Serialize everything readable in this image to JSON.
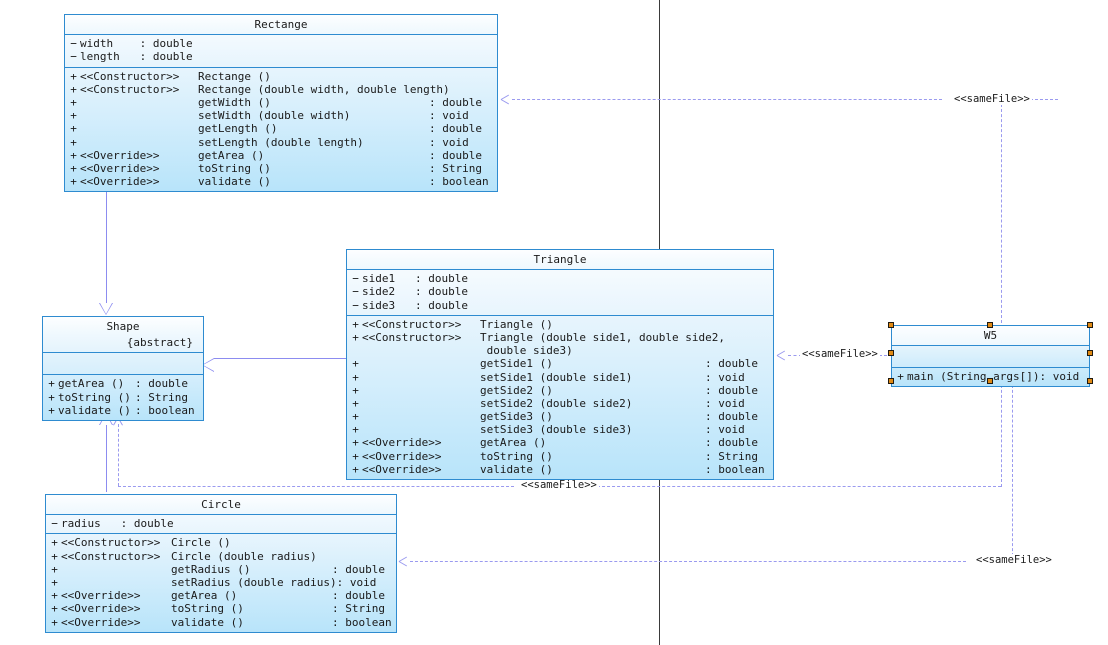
{
  "diagram": {
    "type": "uml-class-diagram",
    "page_divider_label": "page-boundary",
    "colors": {
      "class_border": "#2e8bd0",
      "class_fill_top": "#fbfdff",
      "class_fill_bottom": "#b8e4fa",
      "connector": "#8c8cf0",
      "dependency": "#9a9aef",
      "selection_handle": "#e08a14",
      "page_divider": "#3a3a3a"
    }
  },
  "classes": {
    "rectange": {
      "name": "Rectange",
      "attributes": [
        {
          "vis": "−",
          "stereotype": "",
          "signature": "width    : double",
          "type": ""
        },
        {
          "vis": "−",
          "stereotype": "",
          "signature": "length   : double",
          "type": ""
        }
      ],
      "operations": [
        {
          "vis": "+",
          "stereotype": "<<Constructor>>",
          "signature": "Rectange ()",
          "type": ""
        },
        {
          "vis": "+",
          "stereotype": "<<Constructor>>",
          "signature": "Rectange (double width, double length)",
          "type": ""
        },
        {
          "vis": "+",
          "stereotype": "",
          "signature": "getWidth ()",
          "type": ": double"
        },
        {
          "vis": "+",
          "stereotype": "",
          "signature": "setWidth (double width)",
          "type": ": void"
        },
        {
          "vis": "+",
          "stereotype": "",
          "signature": "getLength ()",
          "type": ": double"
        },
        {
          "vis": "+",
          "stereotype": "",
          "signature": "setLength (double length)",
          "type": ": void"
        },
        {
          "vis": "+",
          "stereotype": "<<Override>>",
          "signature": "getArea ()",
          "type": ": double"
        },
        {
          "vis": "+",
          "stereotype": "<<Override>>",
          "signature": "toString ()",
          "type": ": String"
        },
        {
          "vis": "+",
          "stereotype": "<<Override>>",
          "signature": "validate ()",
          "type": ": boolean"
        }
      ]
    },
    "triangle": {
      "name": "Triangle",
      "attributes": [
        {
          "vis": "−",
          "stereotype": "",
          "signature": "side1   : double",
          "type": ""
        },
        {
          "vis": "−",
          "stereotype": "",
          "signature": "side2   : double",
          "type": ""
        },
        {
          "vis": "−",
          "stereotype": "",
          "signature": "side3   : double",
          "type": ""
        }
      ],
      "operations": [
        {
          "vis": "+",
          "stereotype": "<<Constructor>>",
          "signature": "Triangle ()",
          "type": ""
        },
        {
          "vis": "+",
          "stereotype": "<<Constructor>>",
          "signature": "Triangle (double side1, double side2,",
          "type": ""
        },
        {
          "vis": "",
          "stereotype": "",
          "signature": " double side3)",
          "type": ""
        },
        {
          "vis": "+",
          "stereotype": "",
          "signature": "getSide1 ()",
          "type": ": double"
        },
        {
          "vis": "+",
          "stereotype": "",
          "signature": "setSide1 (double side1)",
          "type": ": void"
        },
        {
          "vis": "+",
          "stereotype": "",
          "signature": "getSide2 ()",
          "type": ": double"
        },
        {
          "vis": "+",
          "stereotype": "",
          "signature": "setSide2 (double side2)",
          "type": ": void"
        },
        {
          "vis": "+",
          "stereotype": "",
          "signature": "getSide3 ()",
          "type": ": double"
        },
        {
          "vis": "+",
          "stereotype": "",
          "signature": "setSide3 (double side3)",
          "type": ": void"
        },
        {
          "vis": "+",
          "stereotype": "<<Override>>",
          "signature": "getArea ()",
          "type": ": double"
        },
        {
          "vis": "+",
          "stereotype": "<<Override>>",
          "signature": "toString ()",
          "type": ": String"
        },
        {
          "vis": "+",
          "stereotype": "<<Override>>",
          "signature": "validate ()",
          "type": ": boolean"
        }
      ]
    },
    "shape": {
      "name": "Shape",
      "abstract_label": "{abstract}",
      "attributes": [],
      "operations": [
        {
          "vis": "+",
          "stereotype": "",
          "signature": "getArea ()",
          "type": ": double"
        },
        {
          "vis": "+",
          "stereotype": "",
          "signature": "toString ()",
          "type": ": String"
        },
        {
          "vis": "+",
          "stereotype": "",
          "signature": "validate ()",
          "type": ": boolean"
        }
      ]
    },
    "circle": {
      "name": "Circle",
      "attributes": [
        {
          "vis": "−",
          "stereotype": "",
          "signature": "radius   : double",
          "type": ""
        }
      ],
      "operations": [
        {
          "vis": "+",
          "stereotype": "<<Constructor>>",
          "signature": "Circle ()",
          "type": ""
        },
        {
          "vis": "+",
          "stereotype": "<<Constructor>>",
          "signature": "Circle (double radius)",
          "type": ""
        },
        {
          "vis": "+",
          "stereotype": "",
          "signature": "getRadius ()",
          "type": ": double"
        },
        {
          "vis": "+",
          "stereotype": "",
          "signature": "setRadius (double radius)",
          "type": ": void"
        },
        {
          "vis": "+",
          "stereotype": "<<Override>>",
          "signature": "getArea ()",
          "type": ": double"
        },
        {
          "vis": "+",
          "stereotype": "<<Override>>",
          "signature": "toString ()",
          "type": ": String"
        },
        {
          "vis": "+",
          "stereotype": "<<Override>>",
          "signature": "validate ()",
          "type": ": boolean"
        }
      ]
    },
    "main": {
      "name": "W5",
      "selected": true,
      "attributes": [],
      "operations": [
        {
          "vis": "+",
          "stereotype": "",
          "signature": "main (String args[])",
          "type": ": void"
        }
      ]
    }
  },
  "edges": {
    "same_file_label": "<<sameFile>>",
    "dependencies": [
      {
        "id": "dep-main-rectange",
        "label": "<<sameFile>>",
        "from": "main",
        "to": "rectange"
      },
      {
        "id": "dep-main-triangle",
        "label": "<<sameFile>>",
        "from": "main",
        "to": "triangle"
      },
      {
        "id": "dep-shape-circle-row",
        "label": "<<sameFile>>",
        "from": "main",
        "to": "shape"
      },
      {
        "id": "dep-main-circle",
        "label": "<<sameFile>>",
        "from": "main",
        "to": "circle"
      }
    ],
    "generalizations": [
      {
        "id": "gen-rectange-shape",
        "from": "rectange",
        "to": "shape"
      },
      {
        "id": "gen-triangle-shape",
        "from": "triangle",
        "to": "shape"
      },
      {
        "id": "gen-circle-shape",
        "from": "circle",
        "to": "shape"
      }
    ]
  }
}
